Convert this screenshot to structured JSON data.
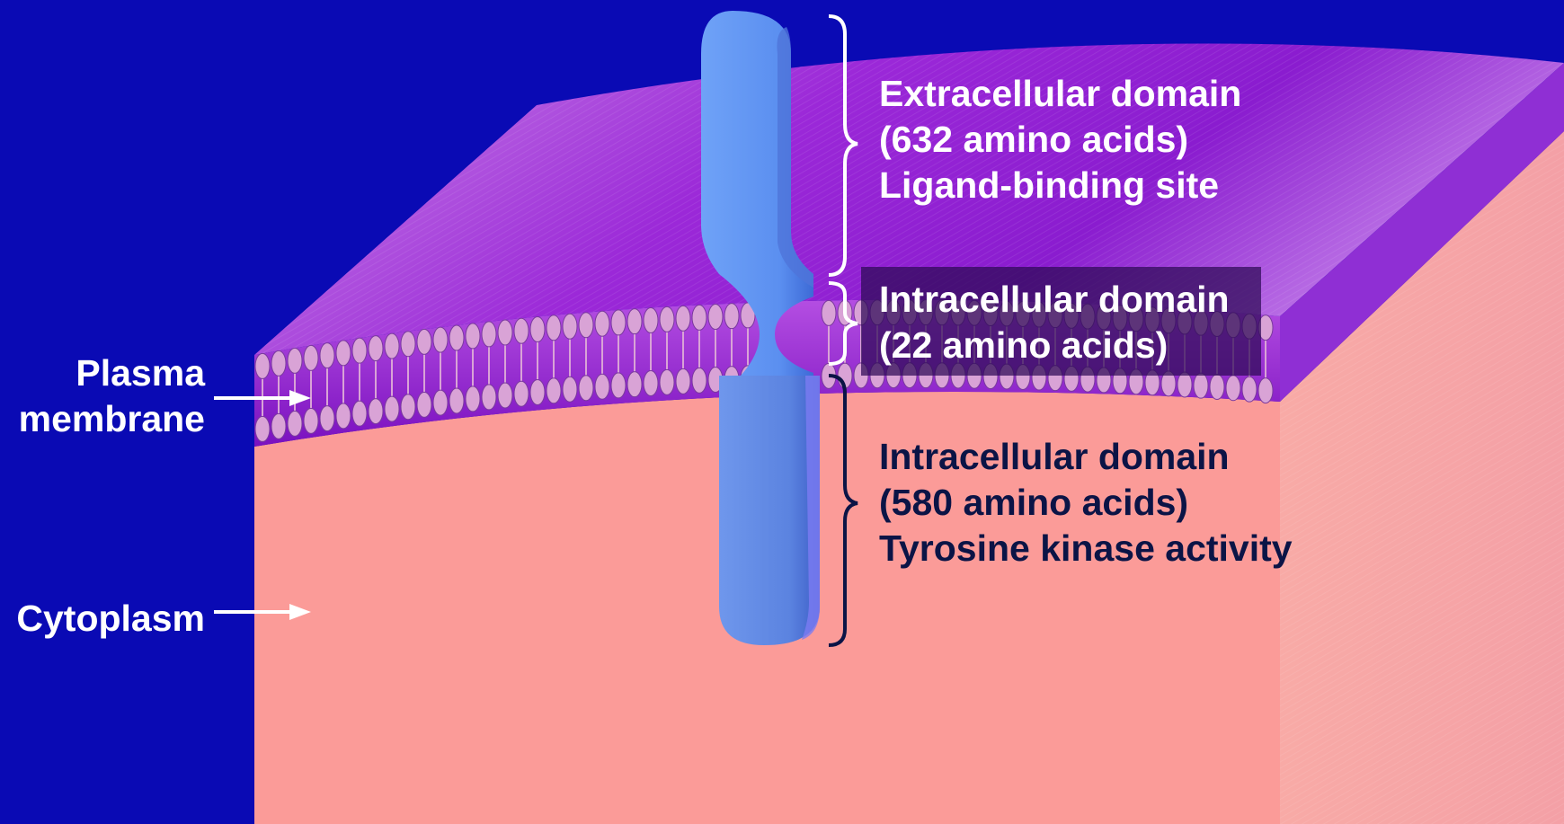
{
  "labels": {
    "plasma_membrane": [
      "Plasma",
      "membrane"
    ],
    "cytoplasm": "Cytoplasm",
    "extracellular_domain": [
      "Extracellular domain",
      "(632 amino acids)",
      "Ligand-binding site"
    ],
    "transmembrane_domain": [
      "Intracellular domain",
      "(22 amino acids)"
    ],
    "intracellular_domain": [
      "Intracellular domain",
      "(580 amino acids)",
      "Tyrosine kinase activity"
    ]
  },
  "colors": {
    "background": "#0a0ab4",
    "cytoplasm": "#fb9b98",
    "membrane_surface": "#9e3fdc",
    "lipid_head": "#d9a3d6",
    "receptor": "#5b8ff0",
    "label_text_light": "#ffffff",
    "label_text_dark": "#0b1446"
  }
}
